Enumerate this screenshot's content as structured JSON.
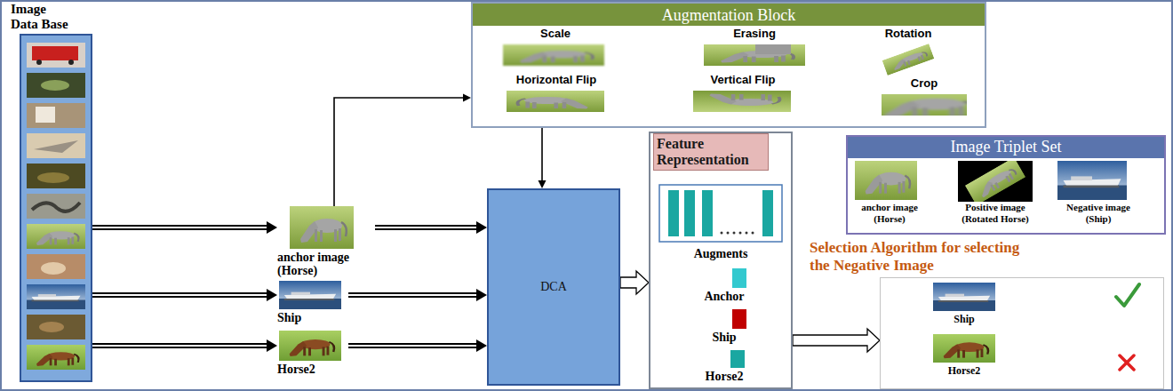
{
  "diagram": {
    "nodes": [
      {
        "text": [
          "Image Data Base"
        ]
      },
      {
        "text": [
          "Augmentation Block"
        ]
      },
      {
        "text": [
          "Scale"
        ],
        "in": 1
      },
      {
        "text": [
          "Erasing"
        ],
        "in": 1
      },
      {
        "text": [
          "Rotation"
        ],
        "in": 1
      },
      {
        "text": [
          "Horizontal Flip"
        ],
        "in": 1
      },
      {
        "text": [
          "Vertical Flip"
        ],
        "in": 1
      },
      {
        "text": [
          "Crop"
        ],
        "in": 1
      },
      {
        "text": [
          "Feature Representation"
        ]
      },
      {
        "text": [
          "Augments"
        ],
        "in": 8
      },
      {
        "text": [
          "Anchor"
        ],
        "in": 8
      },
      {
        "text": [
          "Ship"
        ],
        "in": 8
      },
      {
        "text": [
          "Horse2"
        ],
        "in": 8
      },
      {
        "text": [
          "Image Triplet Set"
        ]
      },
      {
        "text": [
          "anchor image (Horse)"
        ],
        "in": 13
      },
      {
        "text": [
          "Positive image (Rotated Horse)"
        ],
        "in": 13
      },
      {
        "text": [
          "Negative image (Ship)"
        ],
        "in": 13
      },
      {
        "text": [
          "anchor image (Horse)"
        ]
      },
      {
        "text": [
          "Ship"
        ]
      },
      {
        "text": [
          "Horse2"
        ]
      },
      {
        "text": [
          "DCA"
        ]
      },
      {
        "text": [
          "Selection Algorithm for selecting the Negative Image"
        ]
      },
      {
        "text": [
          "Ship"
        ],
        "in": 21
      },
      {
        "text": [
          "Horse2"
        ],
        "in": 21
      }
    ],
    "edges": [
      {
        "from": 0,
        "to": 17,
        "arrow": "to"
      },
      {
        "from": 0,
        "to": 18,
        "arrow": "to"
      },
      {
        "from": 0,
        "to": 19,
        "arrow": "to"
      },
      {
        "from": 17,
        "to": 1,
        "arrow": "to"
      },
      {
        "from": 1,
        "to": 20,
        "arrow": "to"
      },
      {
        "from": 17,
        "to": 20,
        "arrow": "to"
      },
      {
        "from": 18,
        "to": 20,
        "arrow": "to"
      },
      {
        "from": 19,
        "to": 20,
        "arrow": "to"
      },
      {
        "from": 20,
        "to": 8,
        "arrow": "to"
      },
      {
        "from": 8,
        "to": 21,
        "arrow": "to"
      }
    ]
  }
}
